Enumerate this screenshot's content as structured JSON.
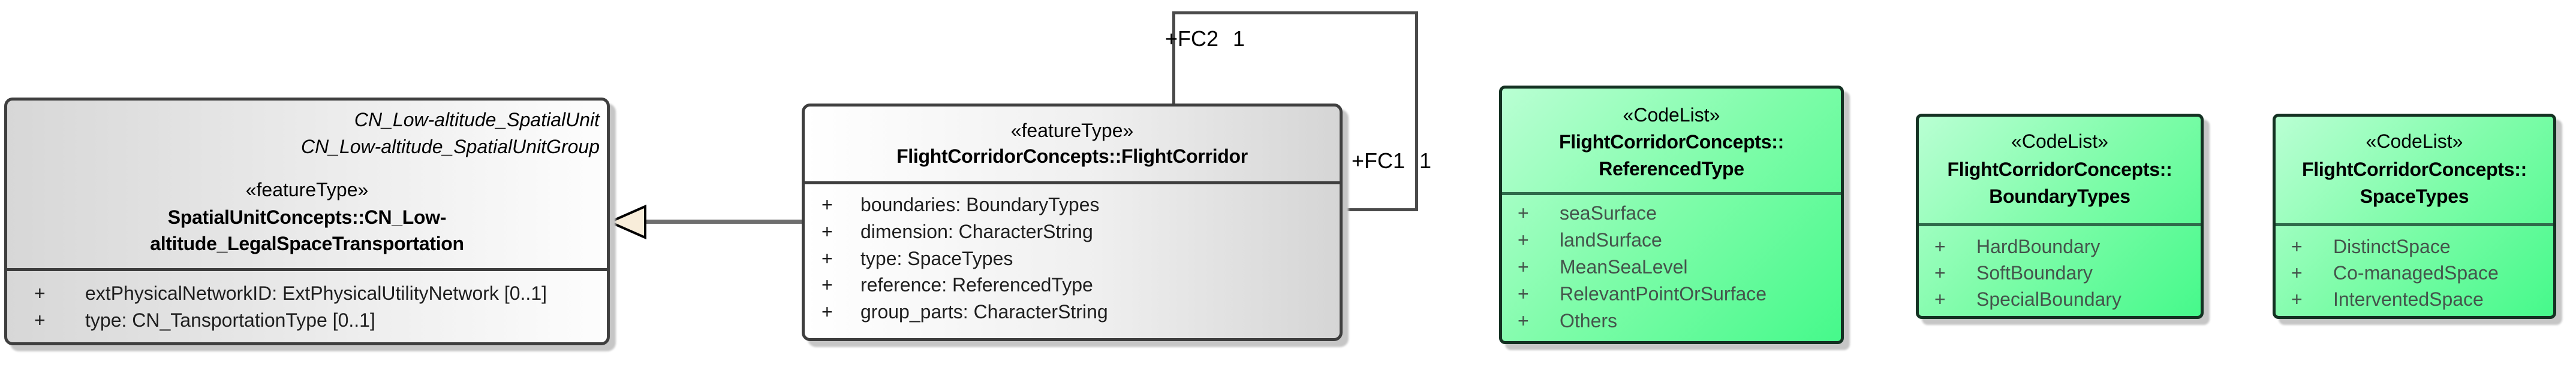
{
  "classes": {
    "spatial_unit": {
      "notes": [
        "CN_Low-altitude_SpatialUnit",
        "CN_Low-altitude_SpatialUnitGroup"
      ],
      "stereotype": "«featureType»",
      "name_lines": [
        "SpatialUnitConcepts::CN_Low-",
        "altitude_LegalSpaceTransportation"
      ],
      "attributes": [
        {
          "v": "+",
          "t": "extPhysicalNetworkID: ExtPhysicalUtilityNetwork [0..1]"
        },
        {
          "v": "+",
          "t": "type: CN_TansportationType [0..1]"
        }
      ]
    },
    "flight_corridor": {
      "stereotype": "«featureType»",
      "name": "FlightCorridorConcepts::FlightCorridor",
      "attributes": [
        {
          "v": "+",
          "t": "boundaries: BoundaryTypes"
        },
        {
          "v": "+",
          "t": "dimension: CharacterString"
        },
        {
          "v": "+",
          "t": "type: SpaceTypes"
        },
        {
          "v": "+",
          "t": "reference: ReferencedType"
        },
        {
          "v": "+",
          "t": "group_parts: CharacterString"
        }
      ]
    },
    "referenced_type": {
      "stereotype": "«CodeList»",
      "name_lines": [
        "FlightCorridorConcepts::",
        "ReferencedType"
      ],
      "literals": [
        {
          "v": "+",
          "t": "seaSurface"
        },
        {
          "v": "+",
          "t": "landSurface"
        },
        {
          "v": "+",
          "t": "MeanSeaLevel"
        },
        {
          "v": "+",
          "t": "RelevantPointOrSurface"
        },
        {
          "v": "+",
          "t": "Others"
        }
      ]
    },
    "boundary_types": {
      "stereotype": "«CodeList»",
      "name_lines": [
        "FlightCorridorConcepts::",
        "BoundaryTypes"
      ],
      "literals": [
        {
          "v": "+",
          "t": "HardBoundary"
        },
        {
          "v": "+",
          "t": "SoftBoundary"
        },
        {
          "v": "+",
          "t": "SpecialBoundary"
        }
      ]
    },
    "space_types": {
      "stereotype": "«CodeList»",
      "name_lines": [
        "FlightCorridorConcepts::",
        "SpaceTypes"
      ],
      "literals": [
        {
          "v": "+",
          "t": "DistinctSpace"
        },
        {
          "v": "+",
          "t": "Co-managedSpace"
        },
        {
          "v": "+",
          "t": "InterventedSpace"
        }
      ]
    }
  },
  "relations": {
    "self_association": {
      "fc2_label": "+FC2 1",
      "fc1_label": "+FC1 1"
    }
  },
  "colors": {
    "codelist_fill_light": "#b9ffd3",
    "codelist_fill_dark": "#46f98b",
    "codelist_border": "#143122",
    "class_fill_gray": "#d7d7d7",
    "box_border": "#3e3e3e",
    "shadow": "#c6c6c6",
    "edge": "#4a4a4a",
    "generalization_arrow_fill": "#f8edda"
  }
}
